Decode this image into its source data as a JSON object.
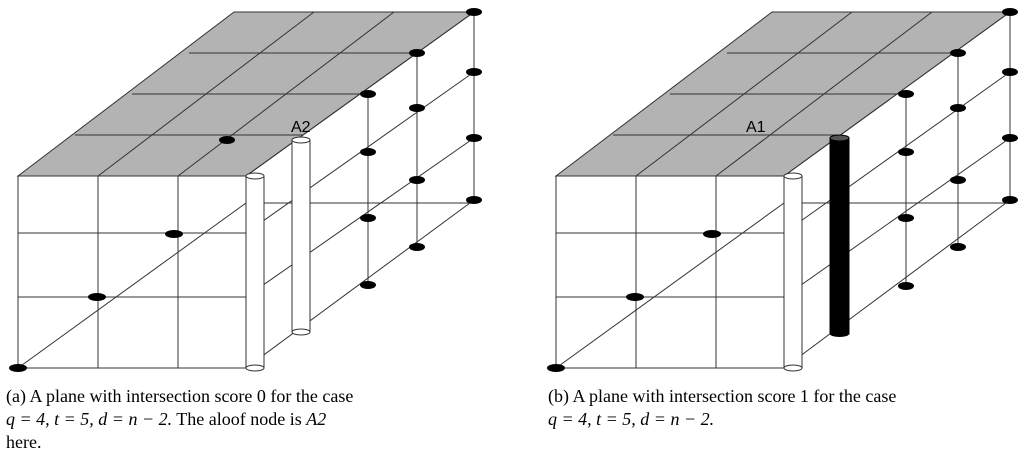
{
  "panel_a": {
    "node_label": "A2",
    "caption_prefix": "(a) A plane with intersection score 0 for the case",
    "caption_math": "q = 4, t = 5, d = n − 2.",
    "caption_suffix": "The aloof node is",
    "caption_node": "A2",
    "caption_end": "here."
  },
  "panel_b": {
    "node_label": "A1",
    "caption_prefix": "(b) A plane with intersection score 1 for the case",
    "caption_math": "q = 4, t = 5, d = n − 2."
  },
  "colors": {
    "top_face": "#b3b3b3",
    "grid_line": "#333333",
    "node": "#000000",
    "highlight_pillar": "#000000"
  }
}
